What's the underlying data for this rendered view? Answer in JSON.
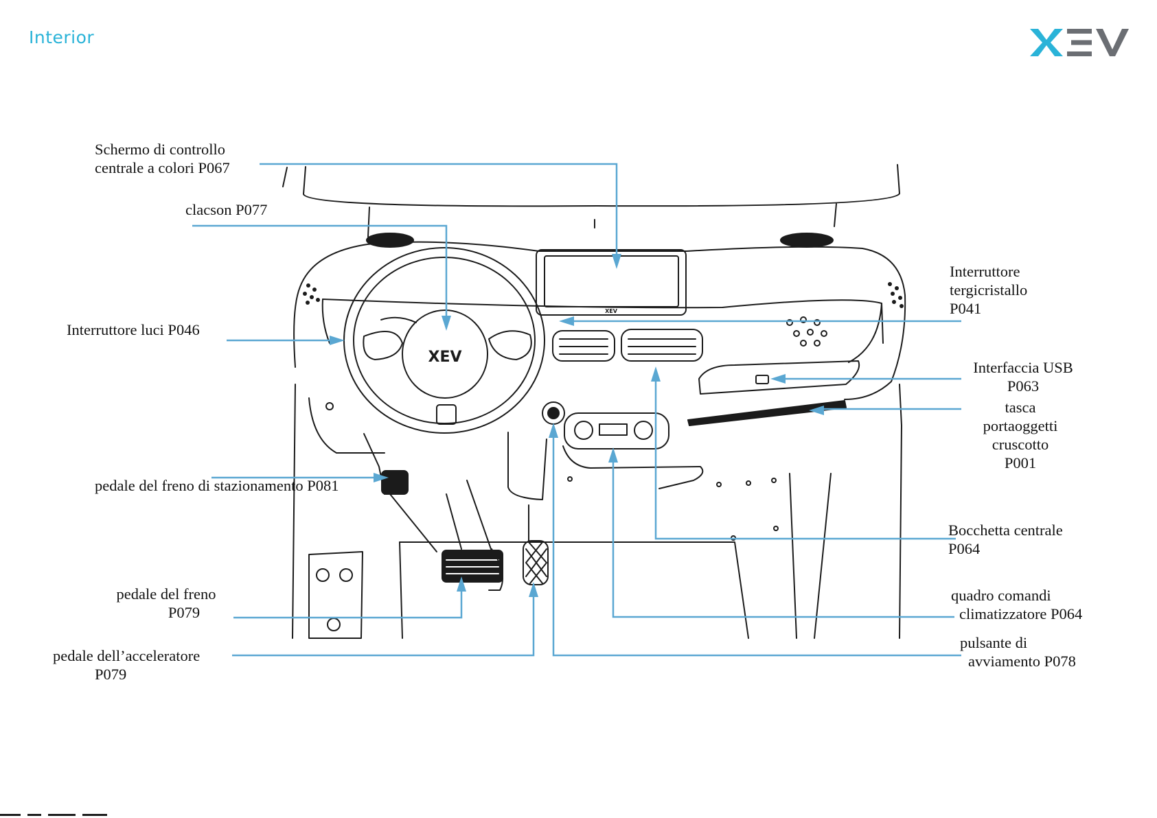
{
  "header": {
    "title": "Interior"
  },
  "logo": {
    "text": "XEV",
    "color": "#2ab3d8",
    "dark_color": "#6b6e73"
  },
  "colors": {
    "leader": "#5aa7d2",
    "line_art": "#1b1b1b"
  },
  "labels": {
    "screen": {
      "line1": "Schermo di controllo",
      "line2": "centrale a colori P067"
    },
    "horn": {
      "line1": "clacson P077"
    },
    "lights": {
      "line1": "Interruttore luci P046"
    },
    "parking": {
      "line1": "pedale del freno di stazionamento P081"
    },
    "brake": {
      "line1": "pedale del freno",
      "line2": "P079"
    },
    "accel": {
      "line1": "pedale dell’acceleratore",
      "line2": "P079"
    },
    "wiper": {
      "line1": "Interruttore",
      "line2": "tergicristallo",
      "line3": "P041"
    },
    "usb": {
      "line1": "Interfaccia USB",
      "line2": "P063"
    },
    "glovebox": {
      "line1": "tasca",
      "line2": "portaoggetti",
      "line3": "cruscotto",
      "line4": "P001"
    },
    "vent": {
      "line1": "Bocchetta centrale",
      "line2": "P064"
    },
    "climate": {
      "line1": "quadro comandi",
      "line2": "climatizzatore P064"
    },
    "start": {
      "line1": "pulsante di",
      "line2": "avviamento P078"
    }
  },
  "badges": {
    "steering_logo": "XEV",
    "screen_logo": "XEV"
  }
}
